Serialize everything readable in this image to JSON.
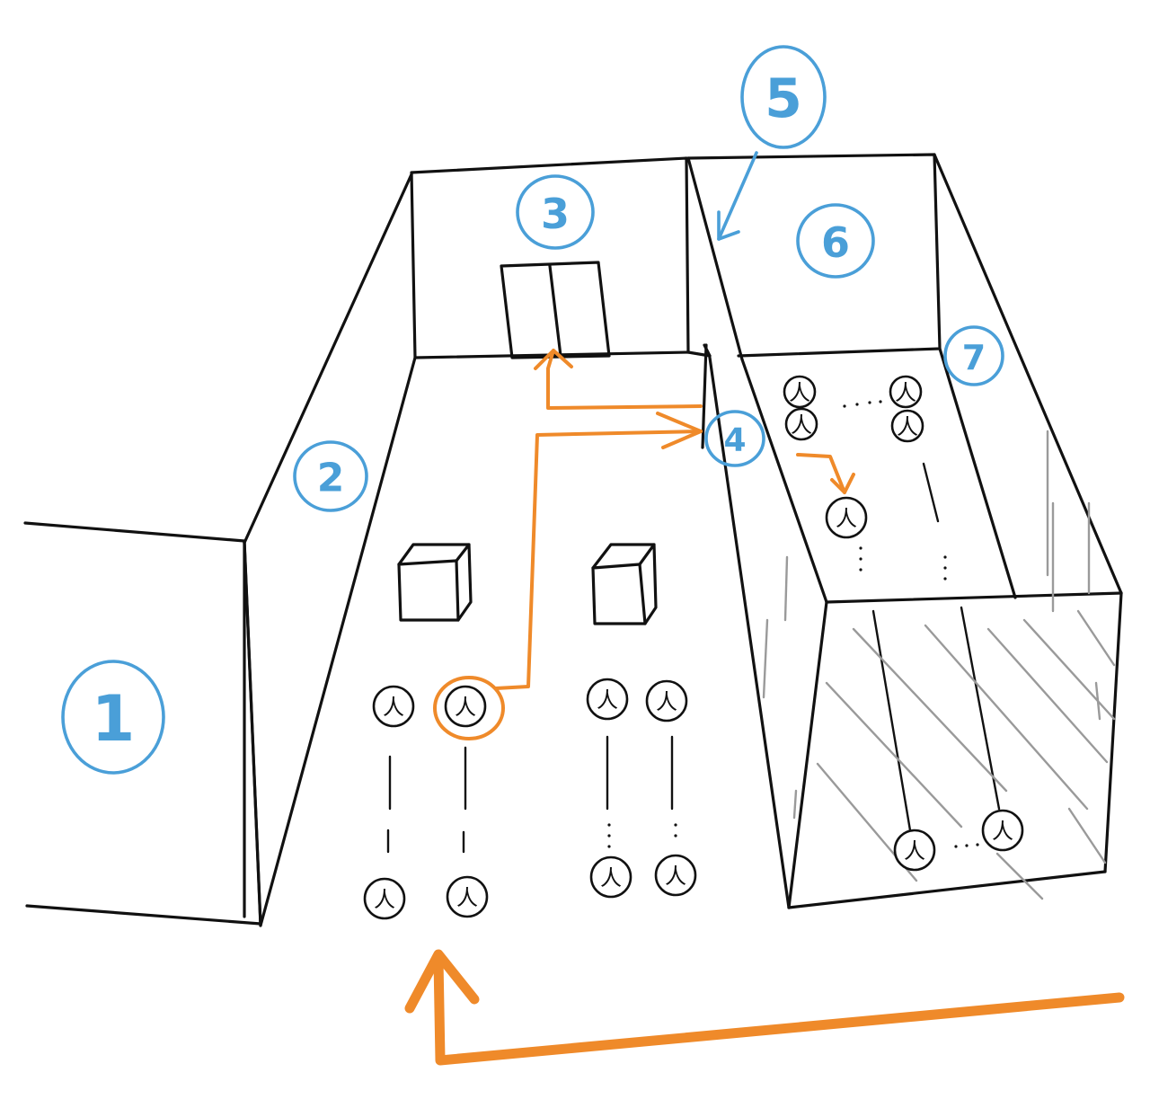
{
  "labels": [
    {
      "id": "1",
      "text": "1"
    },
    {
      "id": "2",
      "text": "2"
    },
    {
      "id": "3",
      "text": "3"
    },
    {
      "id": "4",
      "text": "4"
    },
    {
      "id": "5",
      "text": "5"
    },
    {
      "id": "6",
      "text": "6"
    },
    {
      "id": "7",
      "text": "7"
    }
  ],
  "person_glyph": "人",
  "colors": {
    "ink": "#111111",
    "label_blue": "#4a9fd8",
    "path_orange": "#ef8a2a",
    "hatch_gray": "#9a9a9a",
    "background": "#ffffff"
  }
}
